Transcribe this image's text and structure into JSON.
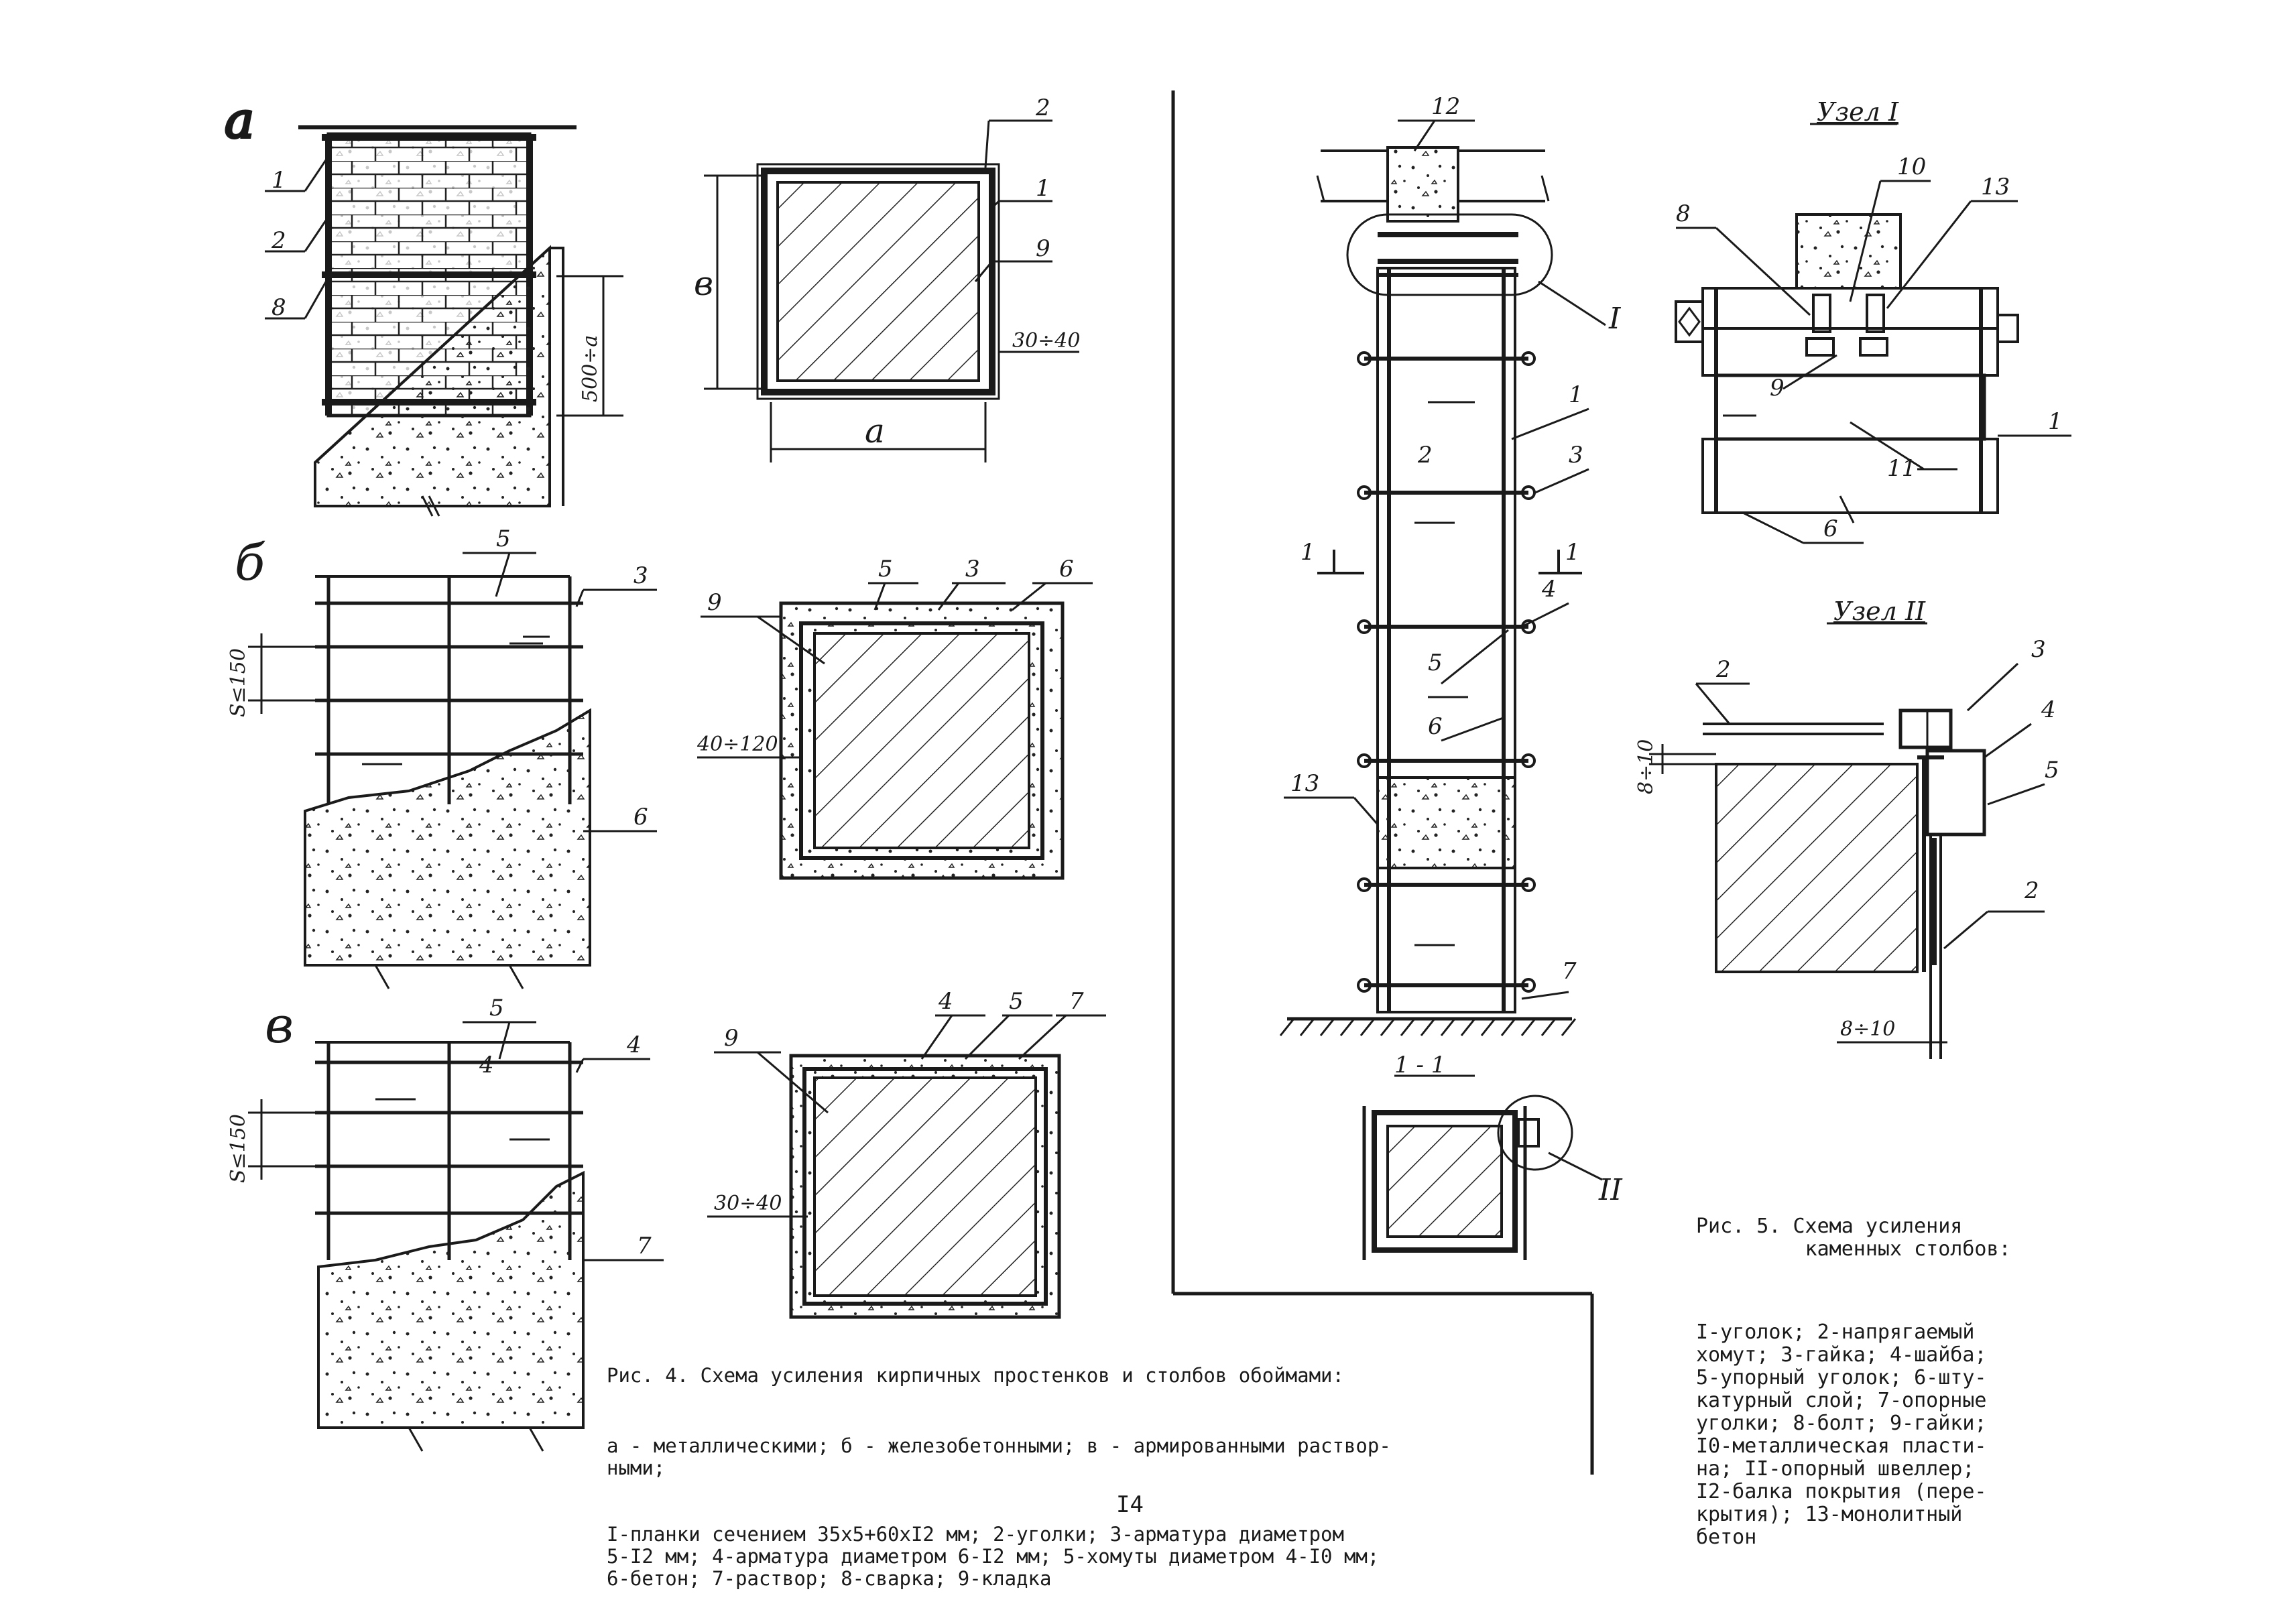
{
  "labels": {
    "fig_a": "а",
    "fig_b": "б",
    "fig_v": "в",
    "node1": "Узел I",
    "node2": "Узел II",
    "section": "1 - 1",
    "roman1": "I",
    "roman2": "II",
    "n1": "1",
    "n2": "2",
    "n3": "3",
    "n4": "4",
    "n5": "5",
    "n6": "6",
    "n7": "7",
    "n8": "8",
    "n9": "9",
    "n10": "10",
    "n11": "11",
    "n12": "12",
    "n13": "13"
  },
  "dimensions": {
    "d500": "500÷а",
    "d30_40": "30÷40",
    "d40_120": "40÷120",
    "s150": "S≤150",
    "b": "в",
    "a": "а",
    "d8_10": "8÷10"
  },
  "caption4": {
    "title": "Рис. 4. Схема усиления кирпичных простенков и столбов обоймами:",
    "line1": "а - металлическими; б - железобетонными; в - армированными раствор-\nными;",
    "line2": "I-планки сечением 35x5+60xI2 мм; 2-уголки; 3-арматура диаметром\n5-I2 мм; 4-арматура диаметром 6-I2 мм; 5-хомуты диаметром 4-I0 мм;\n6-бетон; 7-раствор; 8-сварка; 9-кладка"
  },
  "caption5": {
    "title": "Рис. 5. Схема усиления\n         каменных столбов:",
    "body": "I-уголок; 2-напрягаемый\nхомут; 3-гайка; 4-шайба;\n5-упорный уголок; 6-шту-\nкатурный слой; 7-опорные\nуголки; 8-болт; 9-гайки;\nI0-металлическая пласти-\nна; II-опорный швеллер;\nI2-балка покрытия (пере-\nкрытия); 13-монолитный\nбетон"
  },
  "page_number": "I4"
}
